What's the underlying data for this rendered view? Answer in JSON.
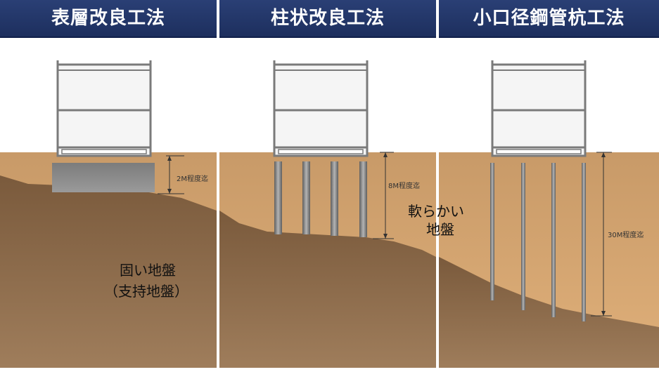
{
  "panels": [
    {
      "title": "表層改良工法",
      "depth_label": "2M程度迄"
    },
    {
      "title": "柱状改良工法",
      "depth_label": "8M程度迄"
    },
    {
      "title": "小口径鋼管杭工法",
      "depth_label": "30M程度迄"
    }
  ],
  "labels": {
    "soft_ground_line1": "軟らかい",
    "soft_ground_line2": "地盤",
    "hard_ground_line1": "固い地盤",
    "hard_ground_line2": "（支持地盤）"
  },
  "colors": {
    "header": "#1f3366",
    "sky": "#ffffff",
    "soft_soil": "#c99a6a",
    "hard_soil": "#8a6a4a",
    "building": "#f4f4f4",
    "building_frame": "#7a7a7a",
    "improved_block": "#8a8a8a",
    "pile": "#8c8c8c"
  }
}
